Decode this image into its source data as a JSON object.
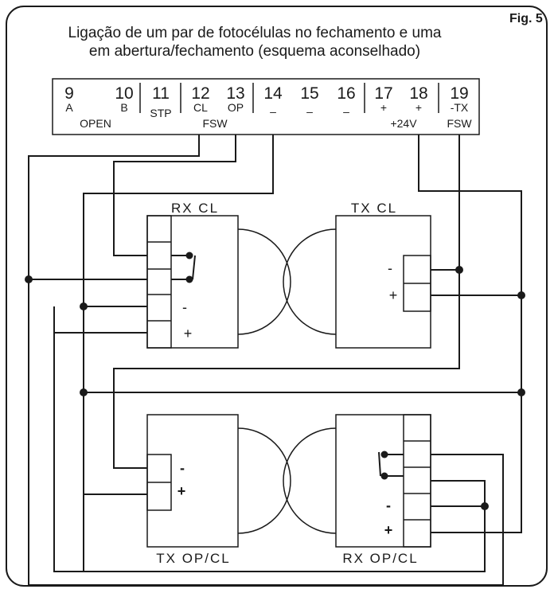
{
  "figure": {
    "fig_label": "Fig. 5",
    "title_line1": "Ligação de um par de fotocélulas no fechamento e uma",
    "title_line2": "em abertura/fechamento (esquema aconselhado)"
  },
  "terminals": [
    {
      "number": "9",
      "label": "A"
    },
    {
      "number": "10",
      "label": "B"
    },
    {
      "number": "11",
      "label": "STP"
    },
    {
      "number": "12",
      "label": "CL"
    },
    {
      "number": "13",
      "label": "OP"
    },
    {
      "number": "14",
      "label": "–"
    },
    {
      "number": "15",
      "label": "–"
    },
    {
      "number": "16",
      "label": "–"
    },
    {
      "number": "17",
      "label": "+"
    },
    {
      "number": "18",
      "label": "+"
    },
    {
      "number": "19",
      "label": "-TX"
    }
  ],
  "terminal_groups": {
    "open": "OPEN",
    "fsw": "FSW",
    "plus24": "+24V",
    "fsw2": "FSW"
  },
  "devices": {
    "rx_cl": "RX CL",
    "tx_cl": "TX CL",
    "tx_opcl": "TX OP/CL",
    "rx_opcl": "RX OP/CL"
  },
  "polarity": {
    "minus": "-",
    "plus": "+"
  }
}
